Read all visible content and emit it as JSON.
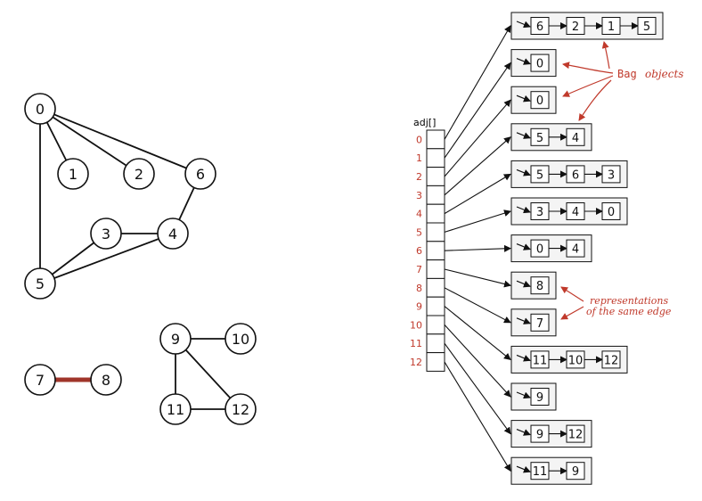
{
  "colors": {
    "ink": "#111111",
    "annotation": "#c0392b",
    "highlight_edge": "#a0352a",
    "box_fill": "#f4f4f4"
  },
  "graph": {
    "vertices": [
      "0",
      "1",
      "2",
      "3",
      "4",
      "5",
      "6",
      "7",
      "8",
      "9",
      "10",
      "11",
      "12"
    ],
    "edges": [
      [
        "0",
        "1"
      ],
      [
        "0",
        "2"
      ],
      [
        "0",
        "6"
      ],
      [
        "0",
        "5"
      ],
      [
        "6",
        "4"
      ],
      [
        "3",
        "4"
      ],
      [
        "3",
        "5"
      ],
      [
        "5",
        "4"
      ],
      [
        "7",
        "8"
      ],
      [
        "9",
        "10"
      ],
      [
        "9",
        "11"
      ],
      [
        "9",
        "12"
      ],
      [
        "11",
        "12"
      ]
    ],
    "highlighted_edge": [
      "7",
      "8"
    ]
  },
  "adjacency": {
    "title": "adj[]",
    "indices": [
      "0",
      "1",
      "2",
      "3",
      "4",
      "5",
      "6",
      "7",
      "8",
      "9",
      "10",
      "11",
      "12"
    ],
    "bags": [
      [
        "6",
        "2",
        "1",
        "5"
      ],
      [
        "0"
      ],
      [
        "0"
      ],
      [
        "5",
        "4"
      ],
      [
        "5",
        "6",
        "3"
      ],
      [
        "3",
        "4",
        "0"
      ],
      [
        "0",
        "4"
      ],
      [
        "8"
      ],
      [
        "7"
      ],
      [
        "11",
        "10",
        "12"
      ],
      [
        "9"
      ],
      [
        "9",
        "12"
      ],
      [
        "11",
        "9"
      ]
    ]
  },
  "annotations": {
    "bag_word": "Bag",
    "bag_objects": "objects",
    "representations_line1": "representations",
    "representations_line2": "of the same edge"
  }
}
